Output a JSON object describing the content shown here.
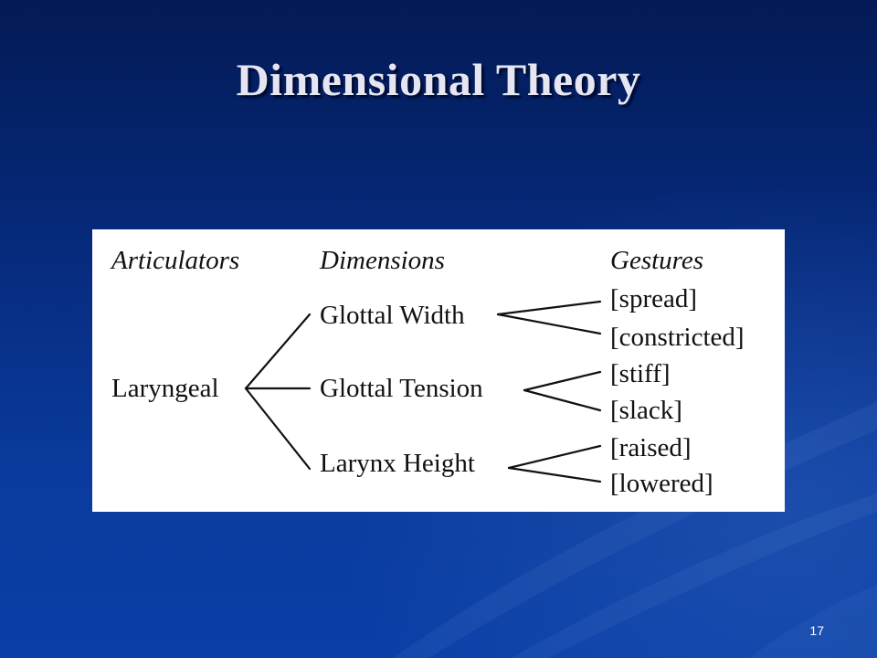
{
  "slide": {
    "title": "Dimensional Theory",
    "page_number": "17"
  },
  "figure": {
    "headers": {
      "articulators": "Articulators",
      "dimensions": "Dimensions",
      "gestures": "Gestures"
    },
    "articulator": "Laryngeal",
    "dimensions": [
      {
        "label": "Glottal Width",
        "gestures": [
          "[spread]",
          "[constricted]"
        ]
      },
      {
        "label": "Glottal Tension",
        "gestures": [
          "[stiff]",
          "[slack]"
        ]
      },
      {
        "label": "Larynx Height",
        "gestures": [
          "[raised]",
          "[lowered]"
        ]
      }
    ]
  },
  "colors": {
    "background_top": "#031a55",
    "background_bottom": "#0a3fa6",
    "title": "#e6e6f2",
    "figure_bg": "#ffffff",
    "figure_ink": "#111111"
  }
}
